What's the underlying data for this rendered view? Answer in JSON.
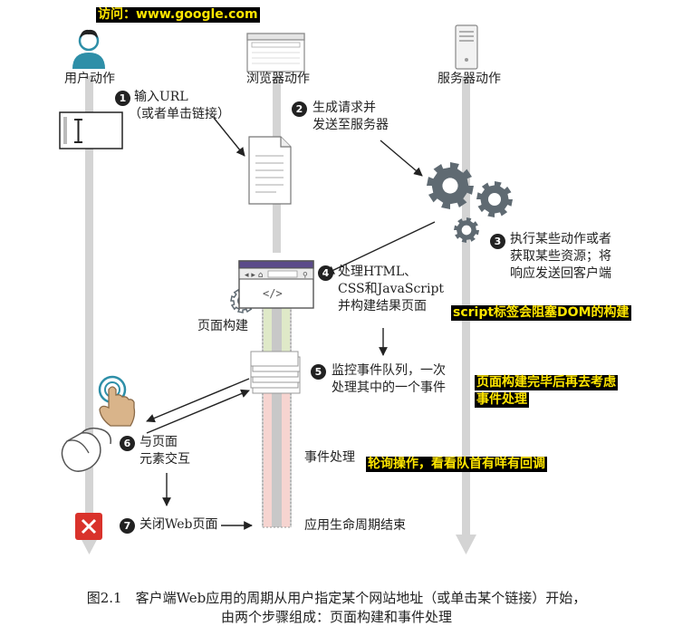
{
  "banner": "访问：www.google.com",
  "lanes": {
    "user": "用户动作",
    "browser": "浏览器动作",
    "server": "服务器动作"
  },
  "steps": [
    {
      "num": "1",
      "lines": [
        "输入URL",
        "（或者单击链接）"
      ]
    },
    {
      "num": "2",
      "lines": [
        "生成请求并",
        "发送至服务器"
      ]
    },
    {
      "num": "3",
      "lines": [
        "执行某些动作或者",
        "获取某些资源；将",
        "响应发送回客户端"
      ]
    },
    {
      "num": "4",
      "lines": [
        "处理HTML、",
        "CSS和JavaScript",
        "并构建结果页面"
      ]
    },
    {
      "num": "5",
      "lines": [
        "监控事件队列，一次",
        "处理其中的一个事件"
      ]
    },
    {
      "num": "6",
      "lines": [
        "与页面",
        "元素交互"
      ]
    },
    {
      "num": "7",
      "lines": [
        "关闭Web页面"
      ]
    }
  ],
  "labels": {
    "page_build": "页面构建",
    "event_handling": "事件处理",
    "lifecycle_end": "应用生命周期结束",
    "code_glyph": "</>"
  },
  "annotations": {
    "script_note": "script标签会阻塞DOM的构建",
    "after_build_1": "页面构建完毕后再去考虑",
    "after_build_2": "事件处理",
    "polling": "轮询操作，看看队首有咩有回调"
  },
  "caption": {
    "line1": "图2.1　客户端Web应用的周期从用户指定某个网站地址（或单击某个链接）开始，",
    "line2": "由两个步骤组成：页面构建和事件处理"
  },
  "colors": {
    "lane": "#d4d4d4",
    "arrow": "#222222",
    "user_icon": "#2e8fa8",
    "gear": "#5f6a72",
    "page_build_band": "#dfe9c8",
    "event_band": "#f6d4d0",
    "close_button": "#d9322b"
  }
}
